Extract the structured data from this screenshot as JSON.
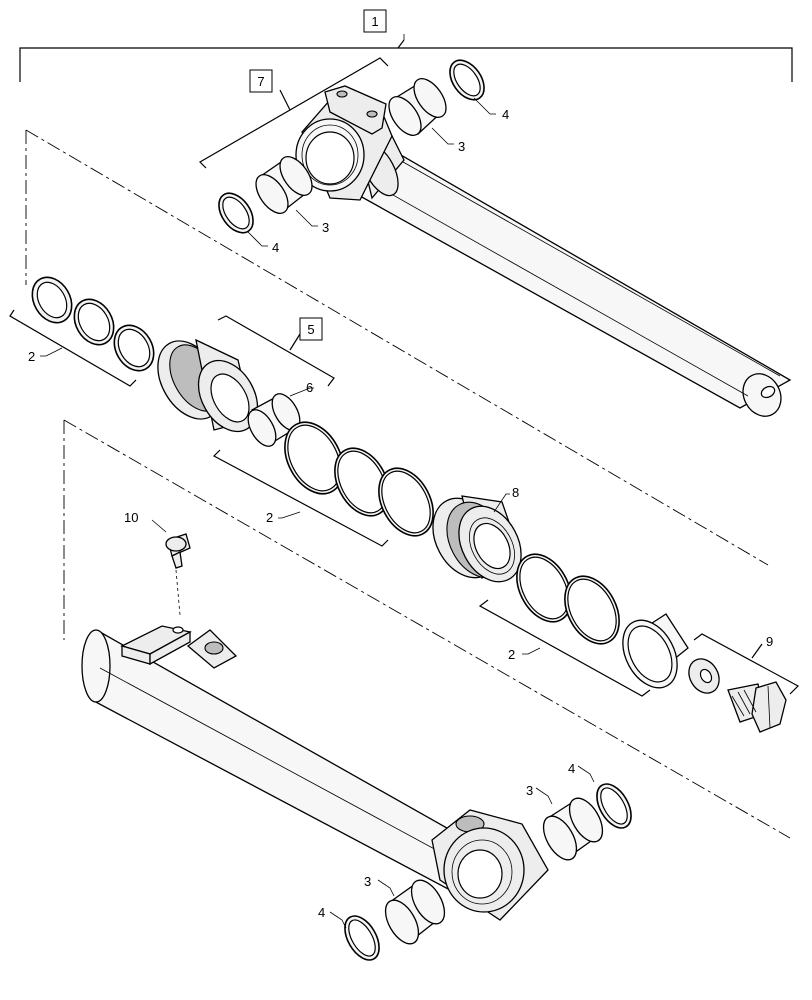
{
  "callouts": {
    "c1": "1",
    "c7": "7",
    "c4a": "4",
    "c3a": "3",
    "c3b": "3",
    "c4b": "4",
    "c2a": "2",
    "c5": "5",
    "c6": "6",
    "c2b": "2",
    "c8": "8",
    "c10": "10",
    "c2c": "2",
    "c9": "9",
    "c4c": "4",
    "c3c": "3",
    "c3d": "3",
    "c4d": "4"
  }
}
